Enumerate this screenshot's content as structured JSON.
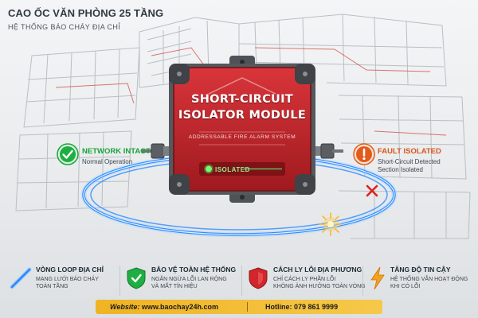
{
  "header": {
    "title": "CAO ỐC VĂN PHÒNG 25 TẦNG",
    "subtitle": "HỆ THỐNG BÁO CHÁY ĐỊA CHỈ"
  },
  "device": {
    "title_line1": "SHORT-CIRCUIT",
    "title_line2": "ISOLATOR MODULE",
    "subtitle": "ADDRESSABLE FIRE ALARM SYSTEM",
    "indicator_label": "ISOLATED"
  },
  "status_left": {
    "heading": "NETWORK INTACT",
    "detail": "Normal Operation",
    "color": "#17a33a"
  },
  "status_right": {
    "heading": "FAULT ISOLATED",
    "detail_line1": "Short-Circuit Detected",
    "detail_line2": "Section Isolated",
    "color": "#d9541b"
  },
  "features": [
    {
      "icon": "loop-line-icon",
      "title": "VÒNG LOOP ĐỊA CHỈ",
      "line1": "MẠNG LƯỚI BÁO CHÁY",
      "line2": "TOÀN TẦNG"
    },
    {
      "icon": "green-shield-check-icon",
      "title": "BẢO VỆ TOÀN HỆ THỐNG",
      "line1": "NGĂN NGỪA LỖI LAN RỘNG",
      "line2": "VÀ MẤT TÍN HIỆU"
    },
    {
      "icon": "red-shield-icon",
      "title": "CÁCH LY LỖI ĐỊA PHƯƠNG",
      "line1": "CHỈ CÁCH LY PHẦN LỖI",
      "line2": "KHÔNG ẢNH HƯỞNG TOÀN VÒNG"
    },
    {
      "icon": "lightning-icon",
      "title": "TĂNG ĐỘ TIN CẬY",
      "line1": "HỆ THỐNG VẪN HOẠT ĐỘNG",
      "line2": "KHI CÓ LỖI"
    }
  ],
  "footer": {
    "website_label": "Website:",
    "website": "www.baochay24h.com",
    "hotline_label": "Hotline:",
    "hotline": "079 861 9999"
  },
  "colors": {
    "device_red": "#c0262a",
    "ok_green": "#17a33a",
    "fault_orange": "#e25a1c",
    "loop_blue": "#2f8bff",
    "footer_yellow": "#f0b323"
  }
}
